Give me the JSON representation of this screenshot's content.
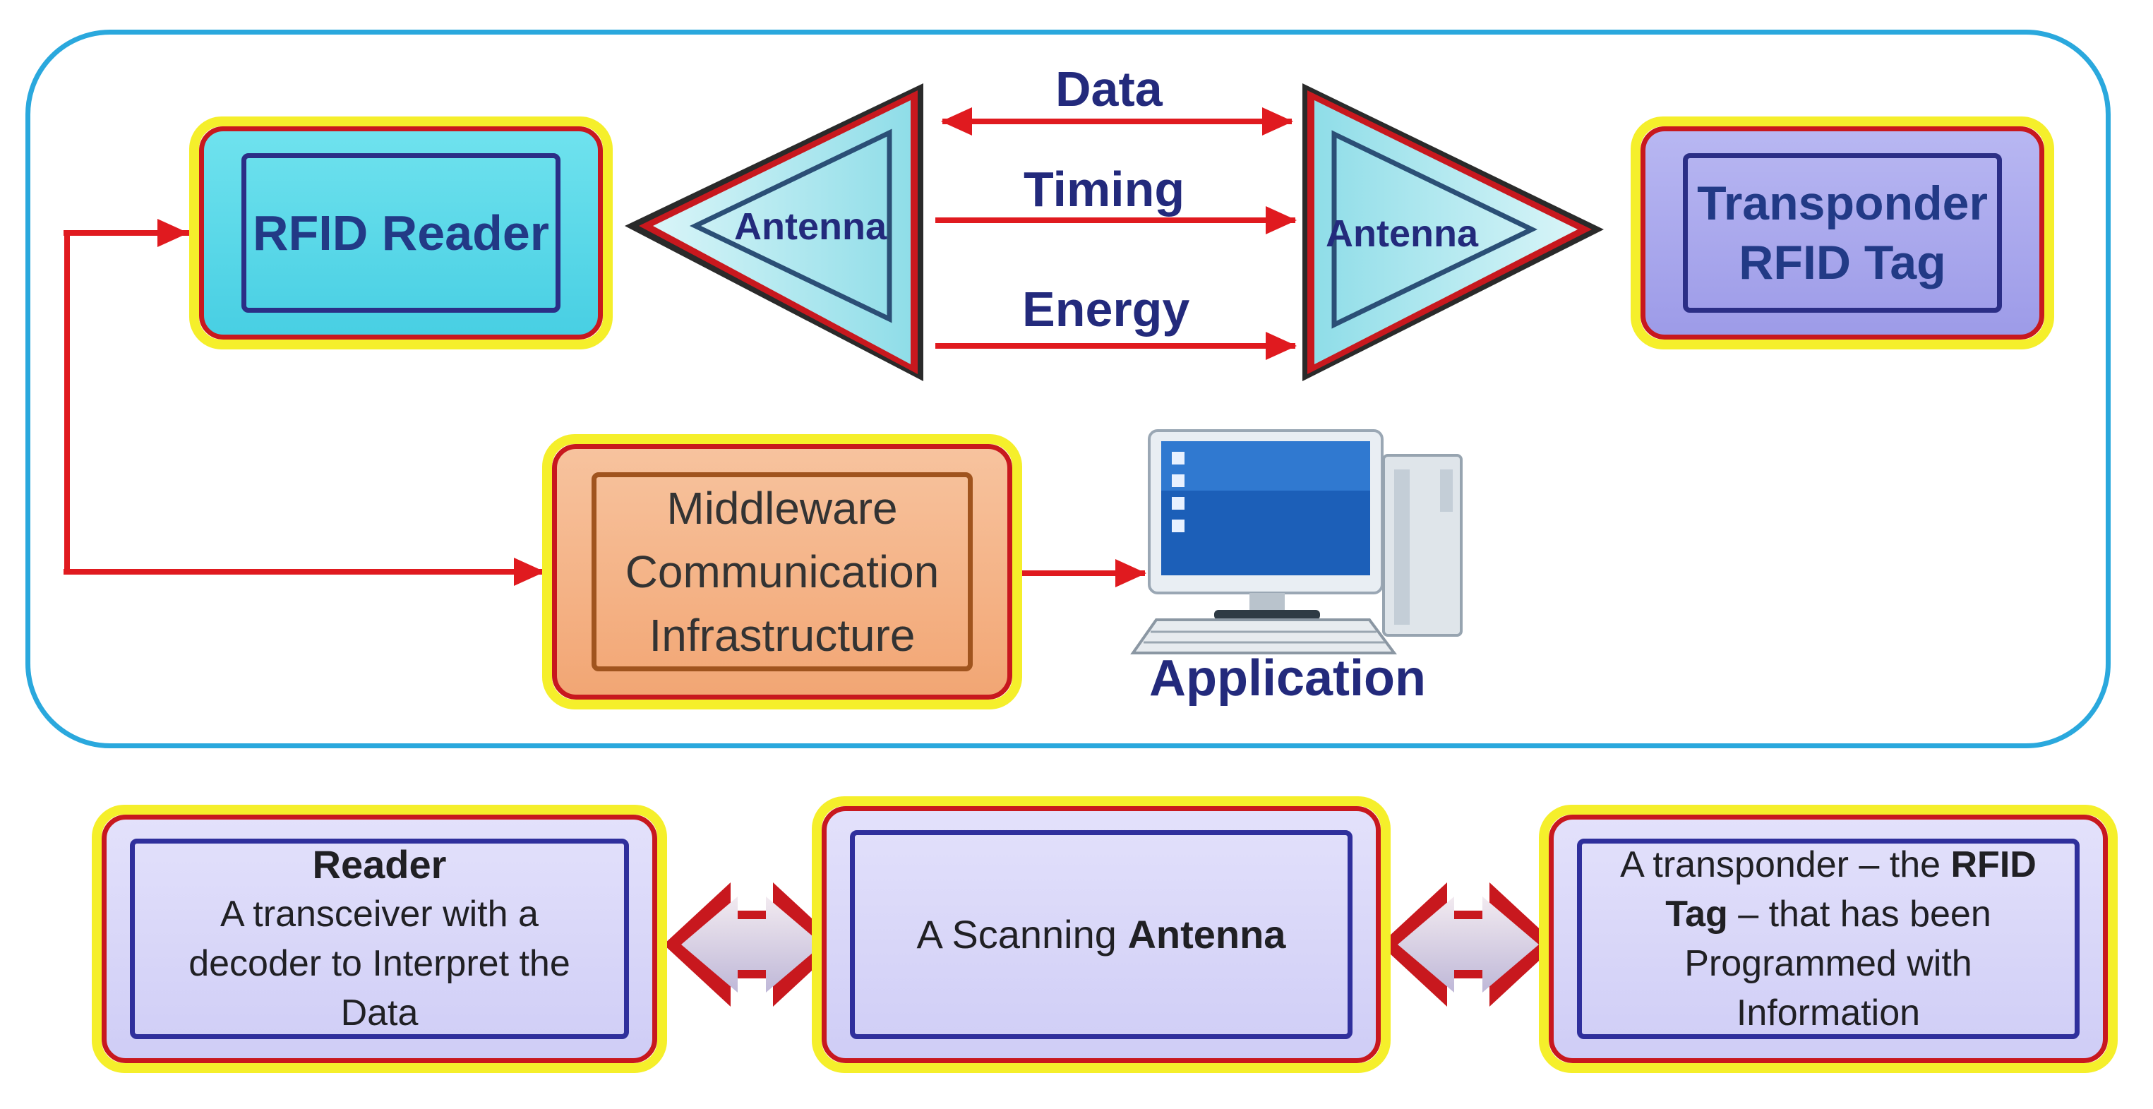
{
  "reader": {
    "label": "RFID Reader"
  },
  "antenna_left": {
    "label": "Antenna"
  },
  "antenna_right": {
    "label": "Antenna"
  },
  "tag": {
    "line1": "Transponder",
    "line2": "RFID Tag"
  },
  "signals": {
    "data": "Data",
    "timing": "Timing",
    "energy": "Energy"
  },
  "middleware": {
    "line1": "Middleware",
    "line2": "Communication",
    "line3": "Infrastructure"
  },
  "application": {
    "label": "Application"
  },
  "bottom": {
    "reader": {
      "title": "Reader",
      "line1": "A transceiver with a",
      "line2": "decoder to Interpret the",
      "line3": "Data"
    },
    "antenna": {
      "prefix": "A Scanning ",
      "bold": "Antenna"
    },
    "tag": {
      "line1_a": "A transponder – the ",
      "line1_b": "RFID",
      "line2_a": "Tag",
      "line2_b": " – that has been",
      "line3": "Programmed with",
      "line4": "Information"
    }
  },
  "colors": {
    "frame": "#2aa8dd",
    "arrow": "#e01a1f",
    "reader_fill": "#48cfe3",
    "tag_fill": "#9d9be8",
    "middleware_fill": "#f2a674",
    "glow": "#f5ef2b",
    "text": "#223a86"
  }
}
